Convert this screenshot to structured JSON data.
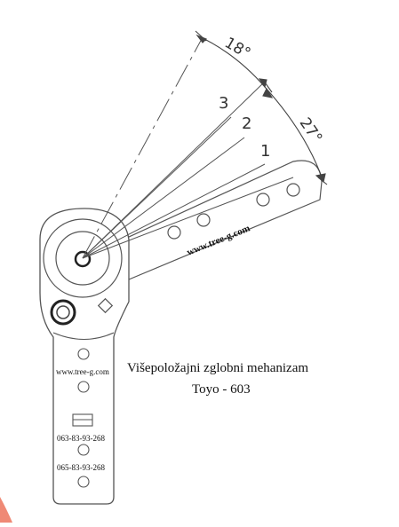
{
  "angles": {
    "upper": "18°",
    "lower": "27°"
  },
  "positions": [
    "3",
    "2",
    "1"
  ],
  "arm_url": "www.tree-g.com",
  "plate_url": "www.tree-g.com",
  "phone_1": "063-83-93-268",
  "phone_2": "065-83-93-268",
  "caption": {
    "line1": "Višepoložajni zglobni mehanizam",
    "line2": "Toyo - 603"
  },
  "colors": {
    "line": "#444444",
    "ink": "#111111",
    "accent": "#e8573a"
  }
}
